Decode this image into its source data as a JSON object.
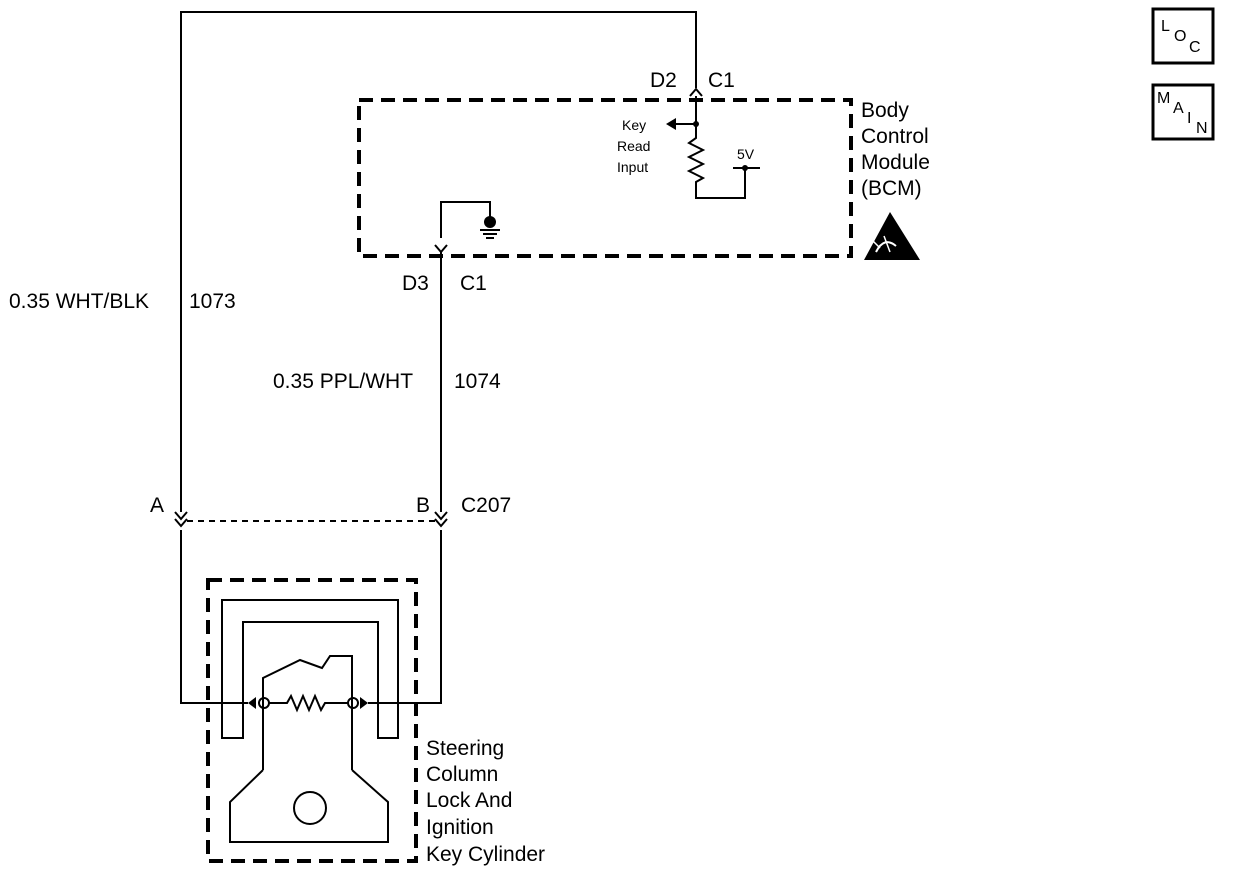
{
  "nav": {
    "loc": {
      "l1": "L",
      "l2": "O",
      "l3": "C"
    },
    "main": {
      "l1": "M",
      "l2": "A",
      "l3": "I",
      "l4": "N"
    }
  },
  "bcm": {
    "title_lines": [
      "Body",
      "Control",
      "Module",
      "(BCM)"
    ],
    "top_pin": "D2",
    "top_connector": "C1",
    "bottom_pin": "D3",
    "bottom_connector": "C1",
    "input_label_lines": [
      "Key",
      "Read",
      "Input"
    ],
    "voltage": "5V"
  },
  "wires": {
    "left": {
      "gauge_color": "0.35 WHT/BLK",
      "circuit": "1073"
    },
    "right": {
      "gauge_color": "0.35 PPL/WHT",
      "circuit": "1074"
    }
  },
  "connector_c207": {
    "pin_a": "A",
    "pin_b": "B",
    "name": "C207"
  },
  "component": {
    "title_lines": [
      "Steering",
      "Column",
      "Lock And",
      "Ignition",
      "Key Cylinder"
    ]
  }
}
